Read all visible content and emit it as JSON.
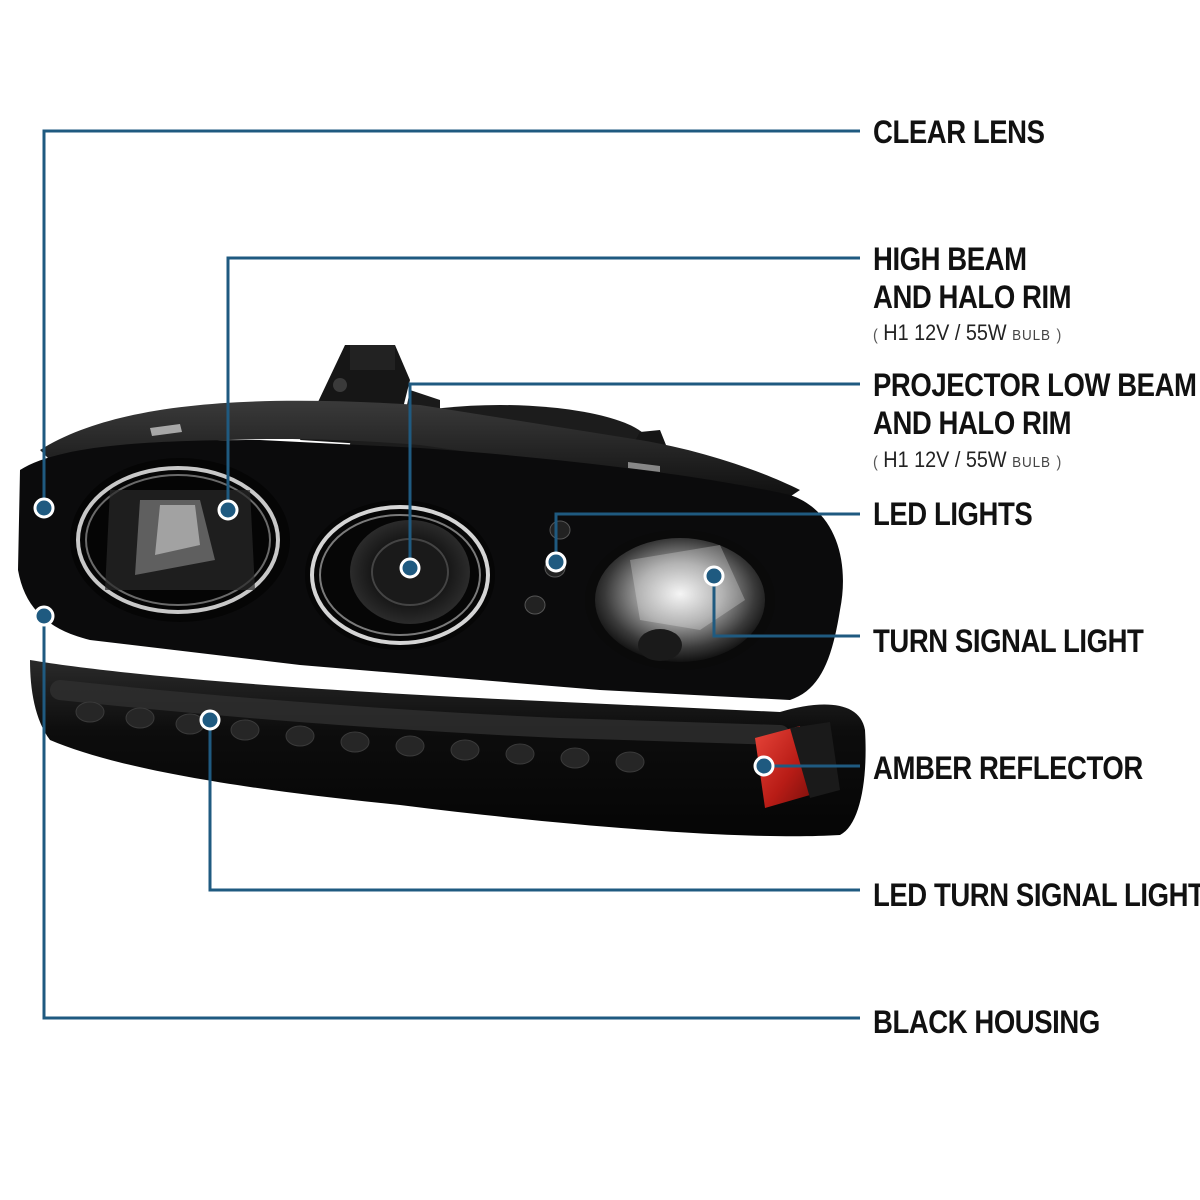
{
  "callouts": {
    "clear_lens": "CLEAR LENS",
    "high_beam_line1": "HIGH BEAM",
    "high_beam_line2": "AND HALO RIM",
    "high_beam_spec": {
      "open": "(",
      "bulb_type": "H1",
      "rating": "12V / 55W",
      "bulb_word": "BULB",
      "close": ")"
    },
    "projector_line1": "PROJECTOR LOW BEAM",
    "projector_line2": "AND HALO RIM",
    "projector_spec": {
      "open": "(",
      "bulb_type": "H1",
      "rating": "12V / 55W",
      "bulb_word": "BULB",
      "close": ")"
    },
    "led_lights": "LED LIGHTS",
    "turn_signal": "TURN SIGNAL LIGHT",
    "amber_reflector": "AMBER REFLECTOR",
    "led_turn_signal": "LED TURN SIGNAL LIGHT",
    "black_housing": "BLACK HOUSING"
  },
  "colors": {
    "leader_line": "#1f5a80",
    "marker_fill": "#1f5a80",
    "marker_ring": "#ffffff",
    "housing": "#0b0b0c",
    "amber_reflector": "#c4221c",
    "label_text": "#111111"
  }
}
